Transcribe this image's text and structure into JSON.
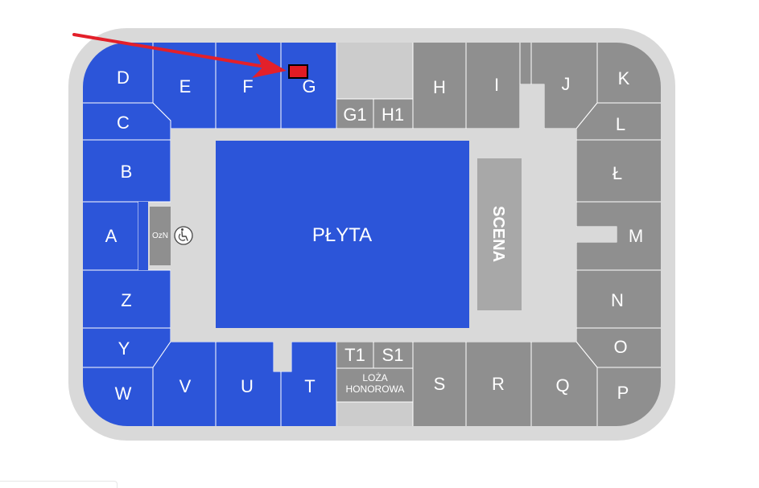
{
  "map": {
    "colors": {
      "available": "#2c55d9",
      "unavailable": "#8f8f8f",
      "light": "#cccccc",
      "concourse": "#d9d9d9",
      "marker": "#e01b24",
      "arrow": "#e3202a"
    },
    "field_label": "PŁYTA",
    "stage_label": "SCENA",
    "ozn_label": "OzN",
    "wheelchair_icon": "wheelchair-icon",
    "loza_line1": "LOŻA",
    "loza_line2": "HONOROWA",
    "sections": {
      "D": "D",
      "E": "E",
      "F": "F",
      "G": "G",
      "C": "C",
      "B": "B",
      "A": "A",
      "Z": "Z",
      "Y": "Y",
      "W": "W",
      "V": "V",
      "U": "U",
      "T": "T",
      "H": "H",
      "I": "I",
      "J": "J",
      "K": "K",
      "L": "L",
      "Ł": "Ł",
      "M": "M",
      "N": "N",
      "O": "O",
      "P": "P",
      "Q": "Q",
      "R": "R",
      "S": "S",
      "G1": "G1",
      "H1": "H1",
      "T1": "T1",
      "S1": "S1"
    }
  }
}
